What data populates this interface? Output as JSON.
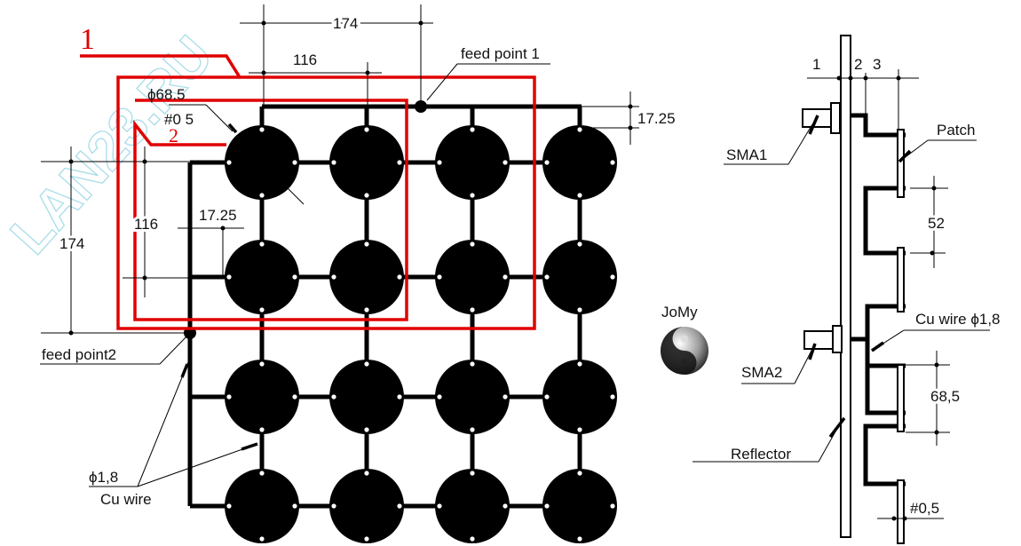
{
  "diagram": {
    "watermark": "LAN23.RU",
    "logo": {
      "label": "JoMy",
      "icon": "yin-yang-icon"
    },
    "colors": {
      "line": "#000000",
      "highlight": "#e00000",
      "watermark": "#a8dde8",
      "contact": "#ffffff"
    },
    "front_view": {
      "grid": {
        "rows": 4,
        "cols": 4
      },
      "section_labels": {
        "outer": "1",
        "inner": "2"
      },
      "feed_points": {
        "first": "feed point 1",
        "second": "feed point2"
      },
      "dimensions": {
        "top_outer": "174",
        "top_inner": "116",
        "right_offset": "17.25",
        "left_outer": "174",
        "left_inner": "116",
        "left_offset": "17.25",
        "patch_diameter": "ϕ68.5",
        "patch_thickness": "#0 5"
      },
      "wire_label": {
        "diameter": "ϕ1,8",
        "material": "Cu wire"
      }
    },
    "side_view": {
      "spacing_labels": [
        "1",
        "2",
        "3"
      ],
      "connectors": [
        "SMA1",
        "SMA2"
      ],
      "patch_label": "Patch",
      "wire_label": "Cu wire ϕ1,8",
      "reflector_label": "Reflector",
      "dimensions": {
        "gap": "52",
        "patch_length": "68,5",
        "thickness": "#0,5"
      }
    }
  }
}
